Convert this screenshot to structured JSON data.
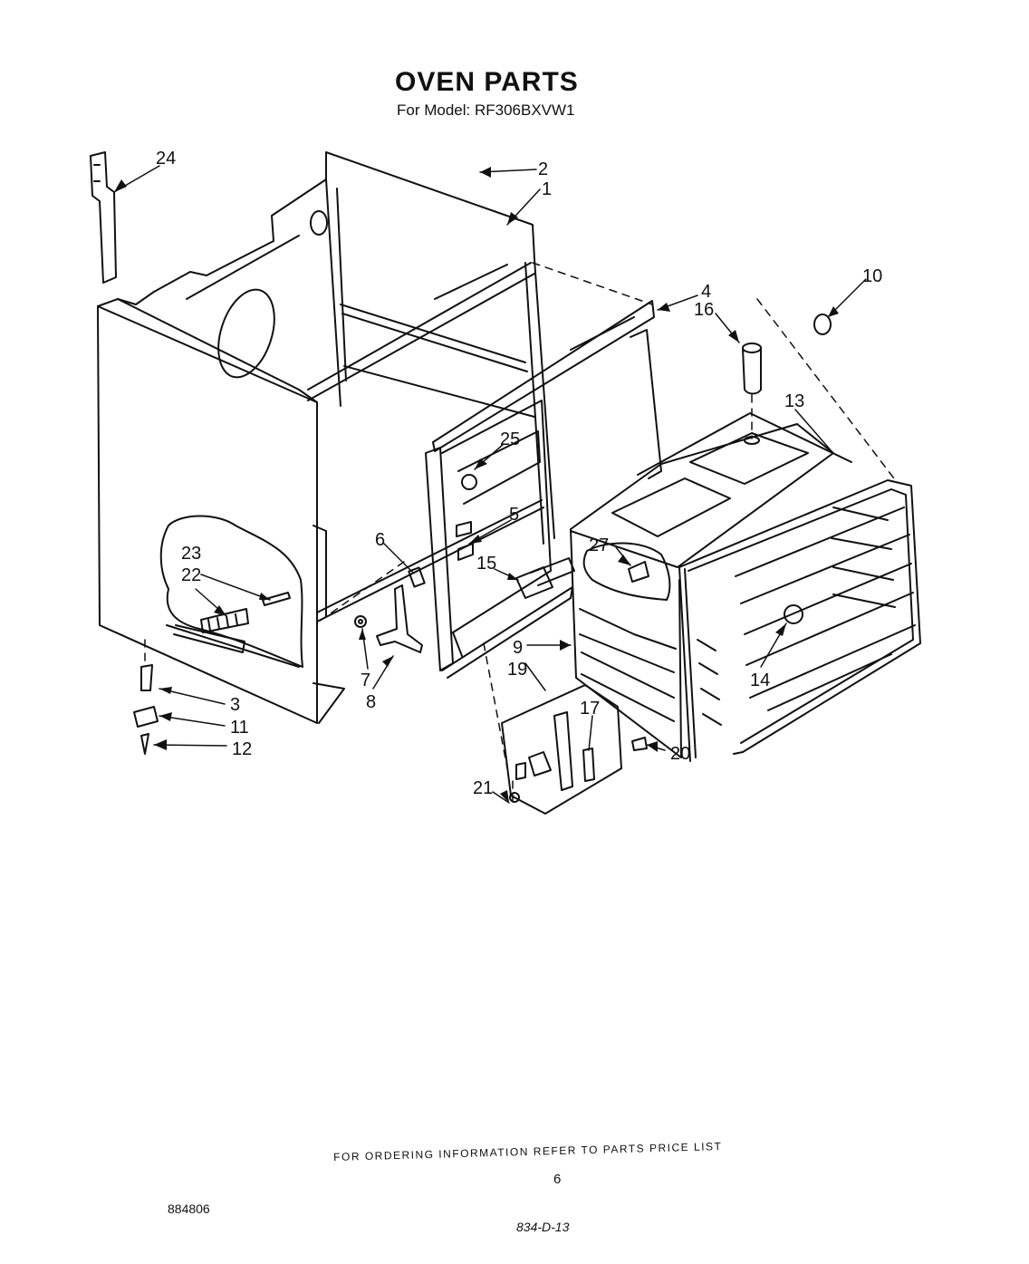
{
  "header": {
    "title": "OVEN PARTS",
    "subtitle": "For Model: RF306BXVW1"
  },
  "callouts": {
    "c1": "1",
    "c2": "2",
    "c3": "3",
    "c4": "4",
    "c5": "5",
    "c6": "6",
    "c7": "7",
    "c8": "8",
    "c9": "9",
    "c10": "10",
    "c11": "11",
    "c12": "12",
    "c13": "13",
    "c14": "14",
    "c15": "15",
    "c16": "16",
    "c17": "17",
    "c19": "19",
    "c20": "20",
    "c21": "21",
    "c22": "22",
    "c23": "23",
    "c24": "24",
    "c25": "25",
    "c27": "27"
  },
  "footer": {
    "ordering_note": "FOR ORDERING INFORMATION REFER TO PARTS PRICE LIST",
    "page_number": "6",
    "doc_code": "884806",
    "handwritten_code": "834-D-13"
  }
}
